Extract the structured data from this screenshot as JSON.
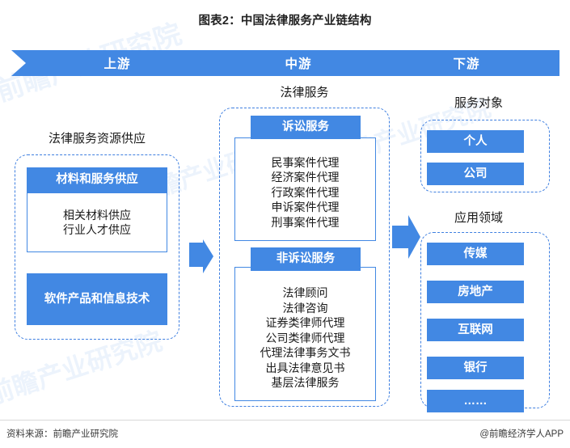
{
  "title": "图表2：中国法律服务产业链结构",
  "colors": {
    "brand_blue": "#4288E3",
    "dash_blue": "#3E7FE0",
    "text": "#1a1a1a"
  },
  "band": {
    "segments": [
      {
        "label": "上游"
      },
      {
        "label": "中游"
      },
      {
        "label": "下游"
      }
    ]
  },
  "upstream": {
    "caption": "法律服务资源供应",
    "header": "材料和服务供应",
    "items": [
      "相关材料供应",
      "行业人才供应"
    ],
    "software": "软件产品和信息技术"
  },
  "midstream": {
    "caption": "法律服务",
    "litigation": {
      "header": "诉讼服务",
      "items": [
        "民事案件代理",
        "经济案件代理",
        "行政案件代理",
        "申诉案件代理",
        "刑事案件代理"
      ]
    },
    "non_litigation": {
      "header": "非诉讼服务",
      "items": [
        "法律顾问",
        "法律咨询",
        "证券类律师代理",
        "公司类律师代理",
        "代理法律事务文书",
        "出具法律意见书",
        "基层法律服务"
      ]
    }
  },
  "downstream": {
    "objects": {
      "caption": "服务对象",
      "items": [
        "个人",
        "公司"
      ]
    },
    "fields": {
      "caption": "应用领域",
      "items": [
        "传媒",
        "房地产",
        "互联网",
        "银行",
        "……"
      ]
    }
  },
  "footer": {
    "source": "资料来源：前瞻产业研究院",
    "credit": "@前瞻经济学人APP"
  },
  "watermarks": [
    "前瞻产业研究院",
    "前瞻产业研究院",
    "前瞻产业研究院",
    "前瞻产业研究院"
  ]
}
